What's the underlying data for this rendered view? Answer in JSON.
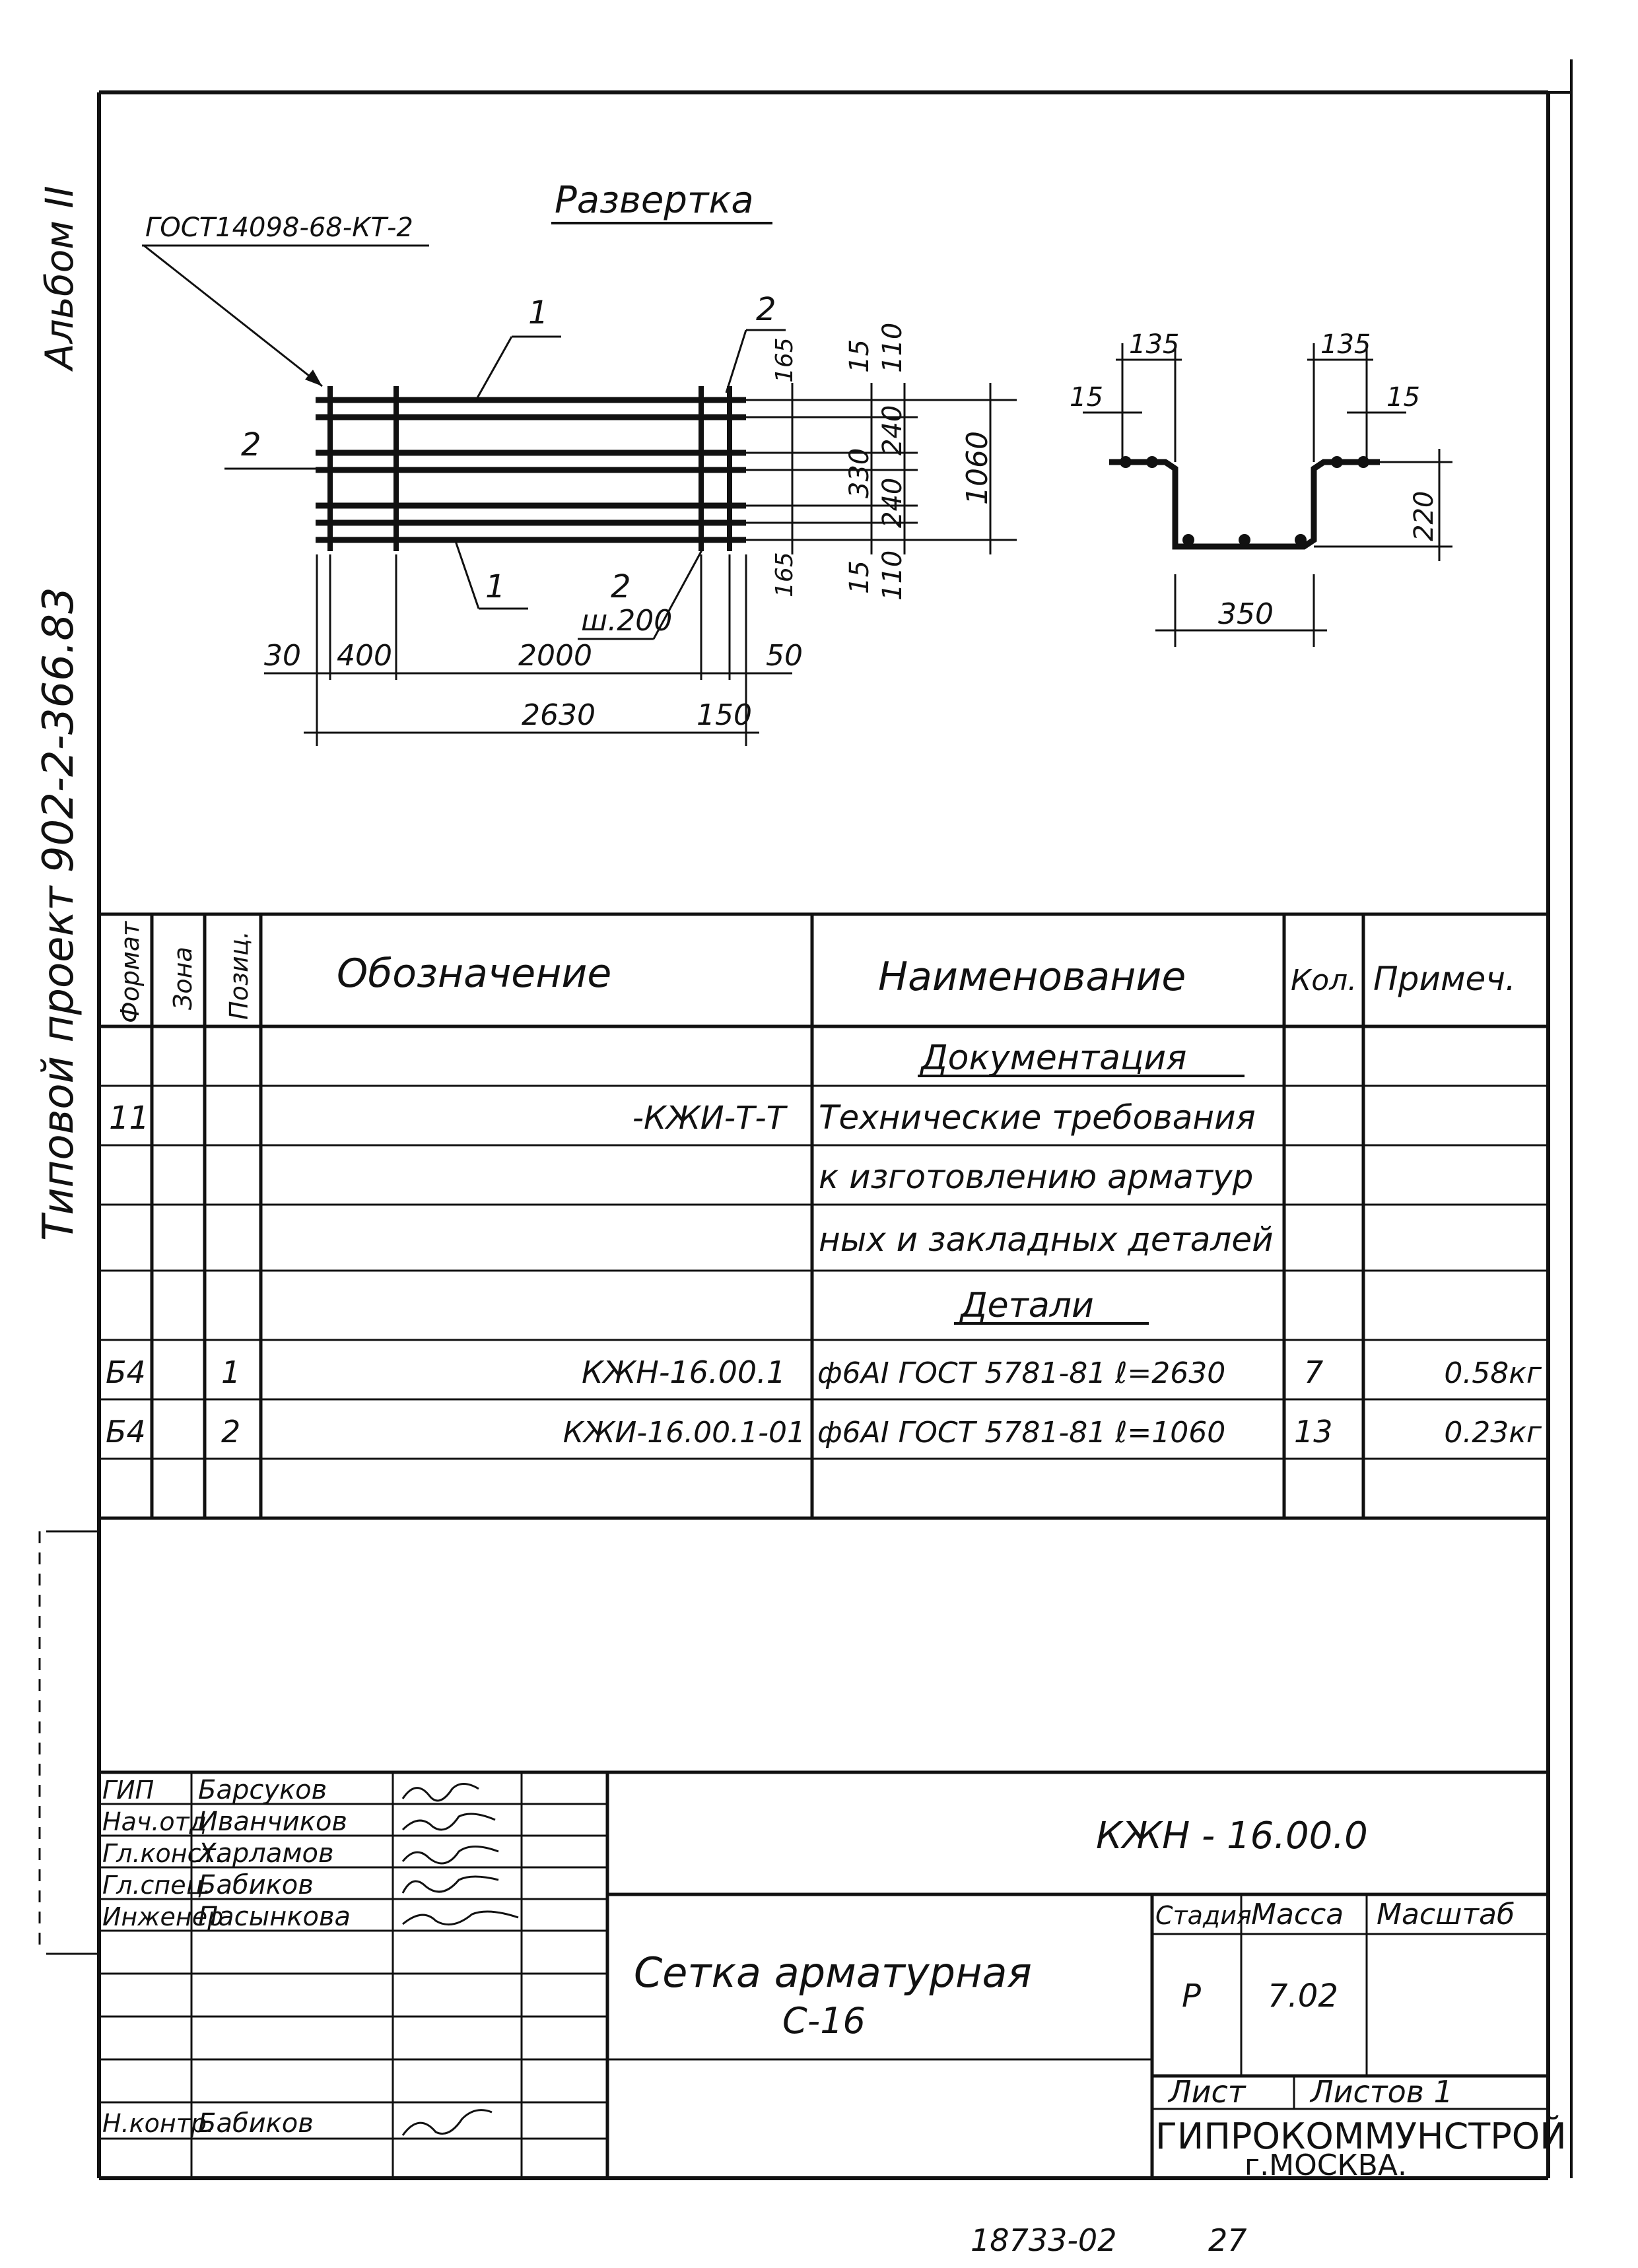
{
  "side": {
    "album": "Альбом II",
    "project": "Типовой проект 902-2-366.83"
  },
  "drawing": {
    "title": "Развертка",
    "gost_weld": "ГОСТ14098-68-КТ-2",
    "pos1_top": "1",
    "pos1_bottom": "1",
    "pos2_top": "2",
    "pos2_left": "2",
    "pos2_bottom": "2",
    "pos2_step": "ш.200",
    "dims": {
      "d30": "30",
      "d400": "400",
      "d2000": "2000",
      "d50": "50",
      "d2630": "2630",
      "d150": "150",
      "v15a": "15",
      "v110a": "110",
      "v165a": "165",
      "v240a": "240",
      "v330": "330",
      "v240b": "240",
      "v165b": "165",
      "v15b": "15",
      "v110b": "110",
      "v1060": "1060"
    },
    "profile": {
      "d135l": "135",
      "d135r": "135",
      "d15l": "15",
      "d15r": "15",
      "d220": "220",
      "d350": "350"
    }
  },
  "spec": {
    "headers": {
      "format": "Формат",
      "zone": "Зона",
      "pos": "Позиц.",
      "designation": "Обозначение",
      "name": "Наименование",
      "qty": "Кол.",
      "note": "Примеч."
    },
    "section_docs": "Документация",
    "doc_format": "11",
    "doc_designation": "-КЖИ-Т-Т",
    "doc_name_1": "Технические требования",
    "doc_name_2": "к изготовлению арматур",
    "doc_name_3": "ных и закладных деталей",
    "section_parts": "Детали",
    "rows": [
      {
        "format": "Б4",
        "pos": "1",
        "designation": "КЖН-16.00.1",
        "name": "ф6АI ГОСТ 5781-81 ℓ=2630",
        "qty": "7",
        "note": "0.58кг"
      },
      {
        "format": "Б4",
        "pos": "2",
        "designation": "КЖИ-16.00.1-01",
        "name": "ф6АI ГОСТ 5781-81 ℓ=1060",
        "qty": "13",
        "note": "0.23кг"
      }
    ]
  },
  "stamp": {
    "roles": [
      "ГИП",
      "Нач.отд",
      "Гл.конст.",
      "Гл.спец.",
      "Инженер",
      "",
      "",
      "",
      "Н.контр."
    ],
    "people": [
      "Барсуков",
      "Иванчиков",
      "Харламов",
      "Бабиков",
      "Пасынкова",
      "",
      "",
      "",
      "Бабиков"
    ],
    "code": "КЖН - 16.00.0",
    "title_1": "Сетка арматурная",
    "title_2": "С-16",
    "stage_label": "Стадия",
    "mass_label": "Масса",
    "scale_label": "Масштаб",
    "stage": "Р",
    "mass": "7.02",
    "sheet_label": "Лист",
    "sheets_label": "Листов 1",
    "org_1": "ГИПРОКОММУНСТРОЙ",
    "org_2": "г.МОСКВА."
  },
  "footer": {
    "number": "18733-02",
    "page": "27"
  }
}
